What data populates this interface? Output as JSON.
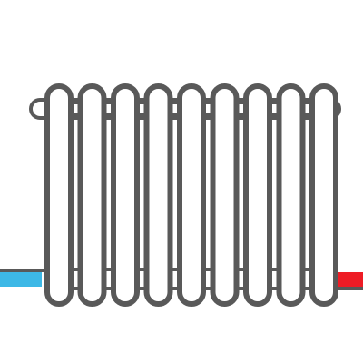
{
  "illustration": {
    "subject": "radiator-icon",
    "fin_count": 9,
    "colors": {
      "background": "#ffffff",
      "outline": "#595959",
      "fin_fill": "#ffffff",
      "cold_pipe": "#3db8e6",
      "hot_pipe": "#ee1c25"
    },
    "pipes": {
      "inlet": "cold",
      "outlet": "hot"
    }
  }
}
